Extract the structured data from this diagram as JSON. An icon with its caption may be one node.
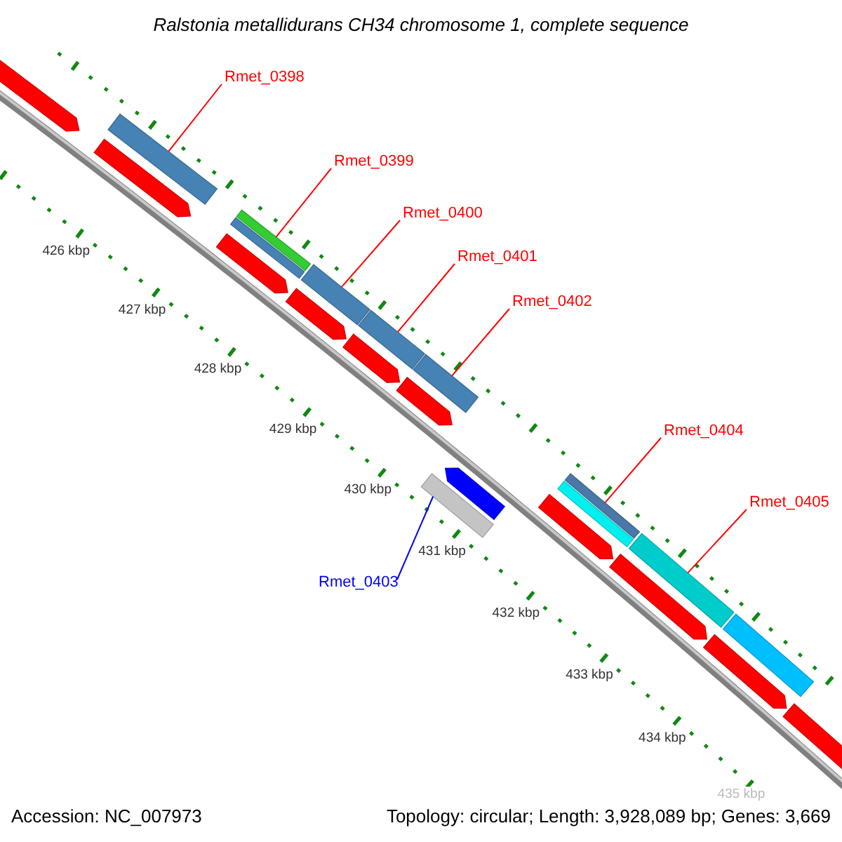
{
  "diagram": {
    "title": "Ralstonia metallidurans CH34 chromosome 1, complete sequence",
    "nodes": [
      {
        "text": [
          "Rmet_0398"
        ]
      },
      {
        "text": [],
        "shape": "bar"
      },
      {
        "text": [
          "Rmet_0399"
        ]
      },
      {
        "text": [],
        "shape": "bar"
      },
      {
        "text": [
          "Rmet_0400"
        ]
      },
      {
        "text": [],
        "shape": "bar"
      },
      {
        "text": [
          "Rmet_0401"
        ]
      },
      {
        "text": [],
        "shape": "bar"
      },
      {
        "text": [
          "Rmet_0402"
        ]
      },
      {
        "text": [],
        "shape": "bar"
      },
      {
        "text": [
          "Rmet_0404"
        ]
      },
      {
        "text": [],
        "shape": "bar"
      },
      {
        "text": [
          "Rmet_0405"
        ]
      },
      {
        "text": [],
        "shape": "bar"
      },
      {
        "text": [
          "Rmet_0403"
        ]
      },
      {
        "text": [],
        "shape": "bar"
      }
    ],
    "edges": [
      {
        "from": 0,
        "to": 1,
        "arrow": "none"
      },
      {
        "from": 2,
        "to": 3,
        "arrow": "none"
      },
      {
        "from": 4,
        "to": 5,
        "arrow": "none"
      },
      {
        "from": 6,
        "to": 7,
        "arrow": "none"
      },
      {
        "from": 8,
        "to": 9,
        "arrow": "none"
      },
      {
        "from": 10,
        "to": 11,
        "arrow": "none"
      },
      {
        "from": 12,
        "to": 13,
        "arrow": "none"
      },
      {
        "from": 14,
        "to": 15,
        "arrow": "none",
        "color": "#0000ff"
      }
    ],
    "labels": [
      "426 kbp",
      "427 kbp",
      "428 kbp",
      "429 kbp",
      "430 kbp",
      "431 kbp",
      "432 kbp",
      "433 kbp",
      "434 kbp",
      "435 kbp",
      "Accession: NC_007973",
      "Topology: circular; Length: 3,928,089 bp; Genes: 3,669"
    ]
  }
}
